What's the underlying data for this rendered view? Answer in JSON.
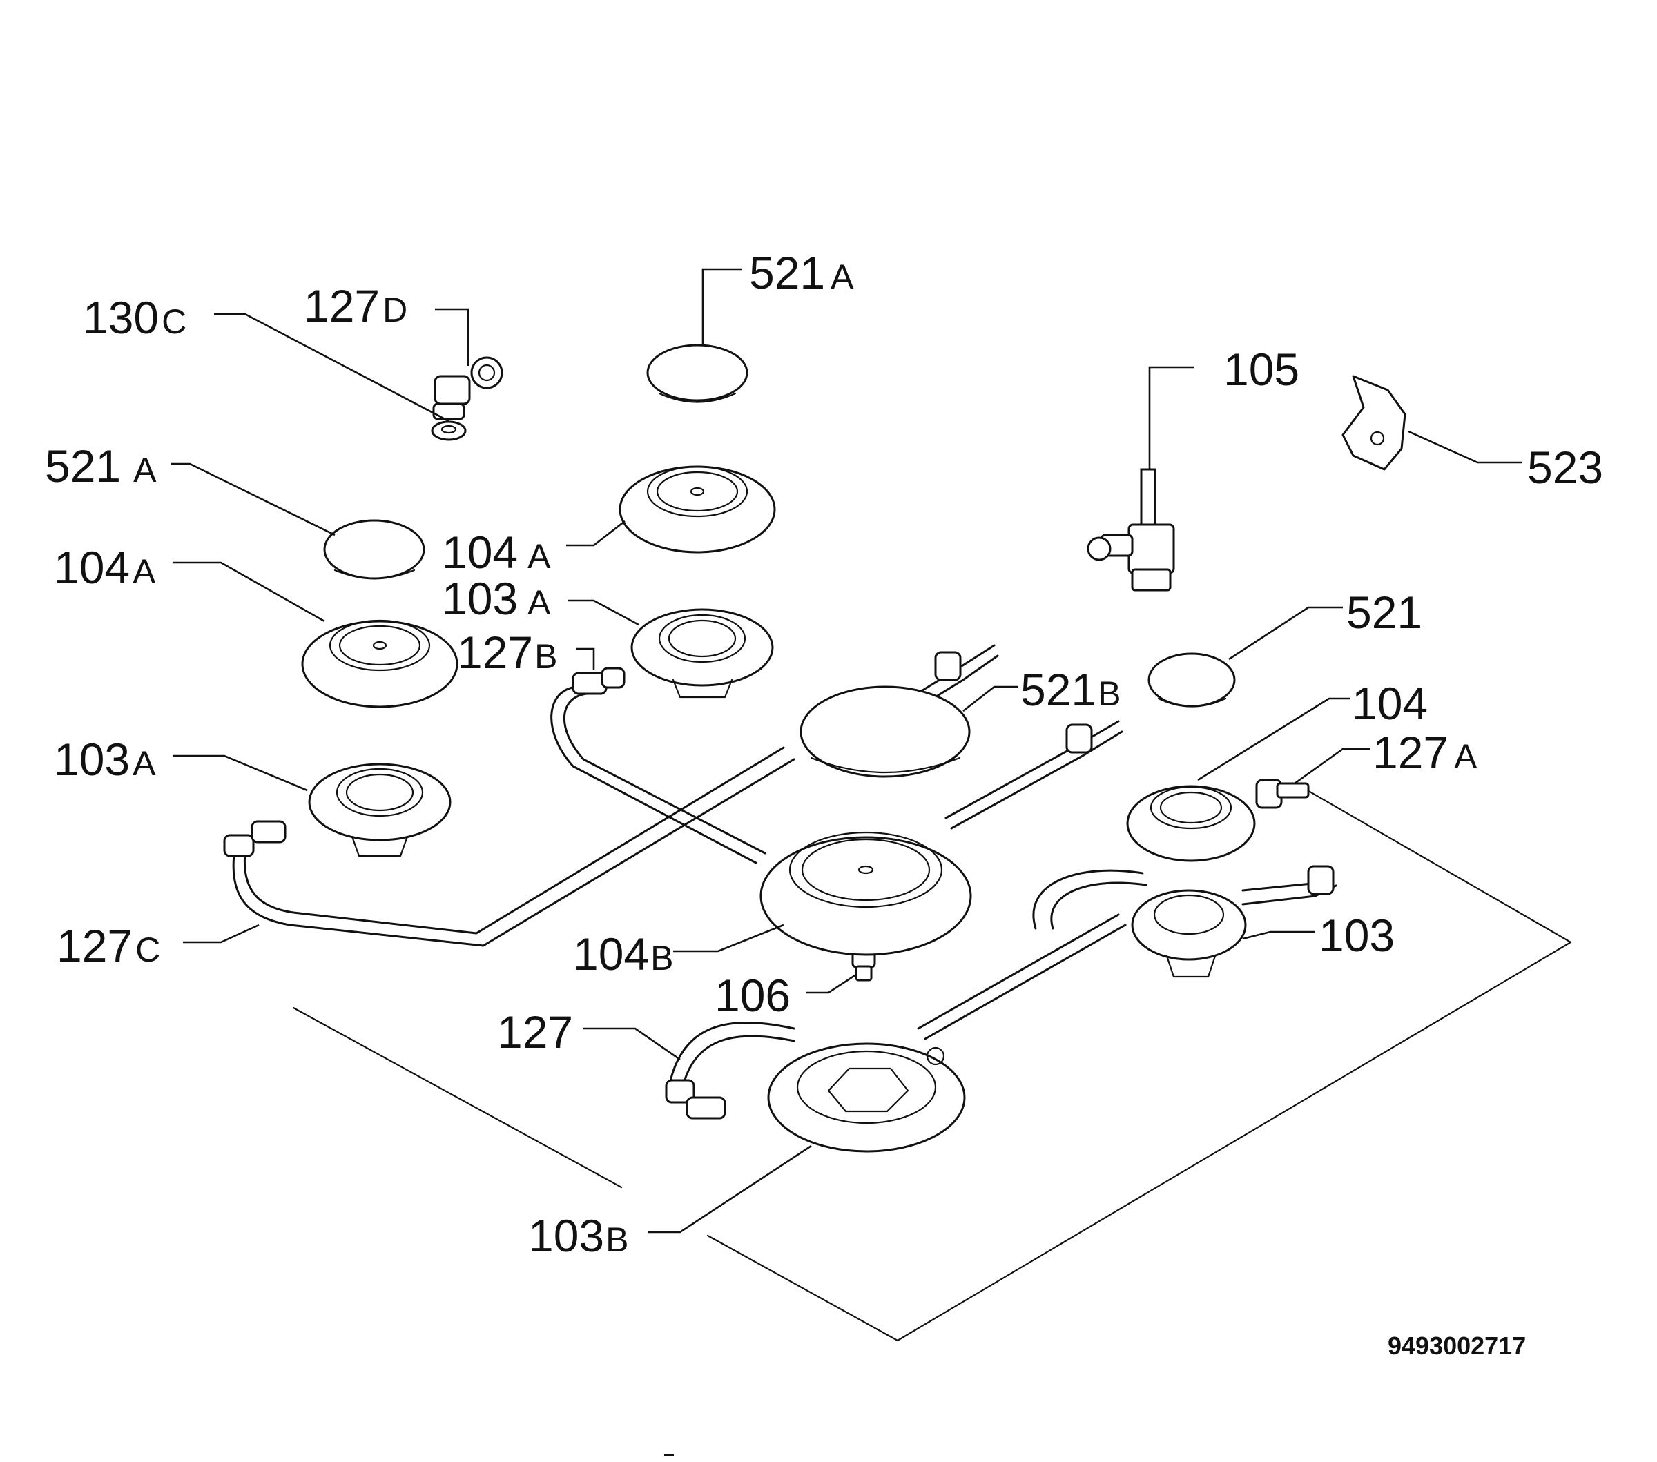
{
  "callouts": {
    "c521A_top": {
      "num": "521",
      "suf": "A"
    },
    "c130C": {
      "num": "130",
      "suf": "C"
    },
    "c127D": {
      "num": "127",
      "suf": "D"
    },
    "c105": {
      "num": "105",
      "suf": ""
    },
    "c523": {
      "num": "523",
      "suf": ""
    },
    "c521A_left": {
      "num": "521",
      "suf": "A"
    },
    "c104A_left": {
      "num": "104",
      "suf": "A"
    },
    "c104A_mid": {
      "num": "104",
      "suf": "A"
    },
    "c103A_mid": {
      "num": "103",
      "suf": "A"
    },
    "c127B": {
      "num": "127",
      "suf": "B"
    },
    "c521": {
      "num": "521",
      "suf": ""
    },
    "c521B": {
      "num": "521",
      "suf": "B"
    },
    "c104": {
      "num": "104",
      "suf": ""
    },
    "c127A": {
      "num": "127",
      "suf": "A"
    },
    "c103A_left": {
      "num": "103",
      "suf": "A"
    },
    "c127C": {
      "num": "127",
      "suf": "C"
    },
    "c104B": {
      "num": "104",
      "suf": "B"
    },
    "c103": {
      "num": "103",
      "suf": ""
    },
    "c106": {
      "num": "106",
      "suf": ""
    },
    "c127": {
      "num": "127",
      "suf": ""
    },
    "c103B": {
      "num": "103",
      "suf": "B"
    }
  },
  "document_number": "9493002717"
}
